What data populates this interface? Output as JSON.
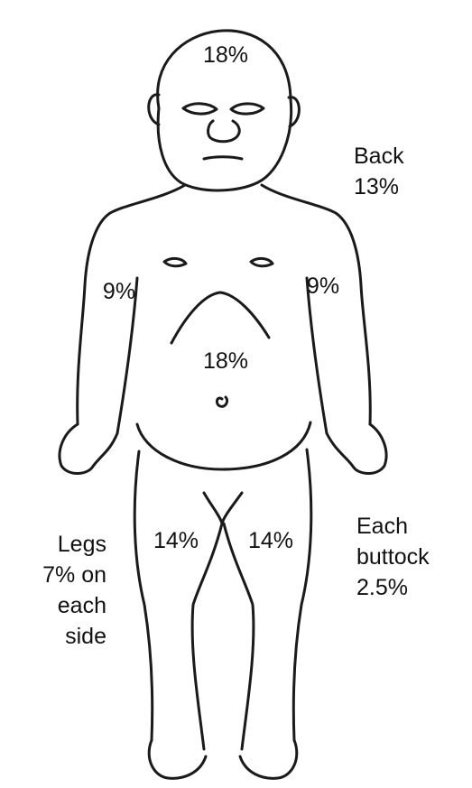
{
  "diagram": {
    "labels": {
      "head": "18%",
      "back_title": "Back",
      "back_value": "13%",
      "arm_right_of_viewer_left": "9%",
      "arm_left_of_viewer_right": "9%",
      "torso": "18%",
      "leg_left": "14%",
      "leg_right": "14%",
      "legs_note": [
        "Legs",
        "7% on",
        "each",
        "side"
      ],
      "buttock_note": [
        "Each",
        "buttock",
        "2.5%"
      ]
    }
  }
}
